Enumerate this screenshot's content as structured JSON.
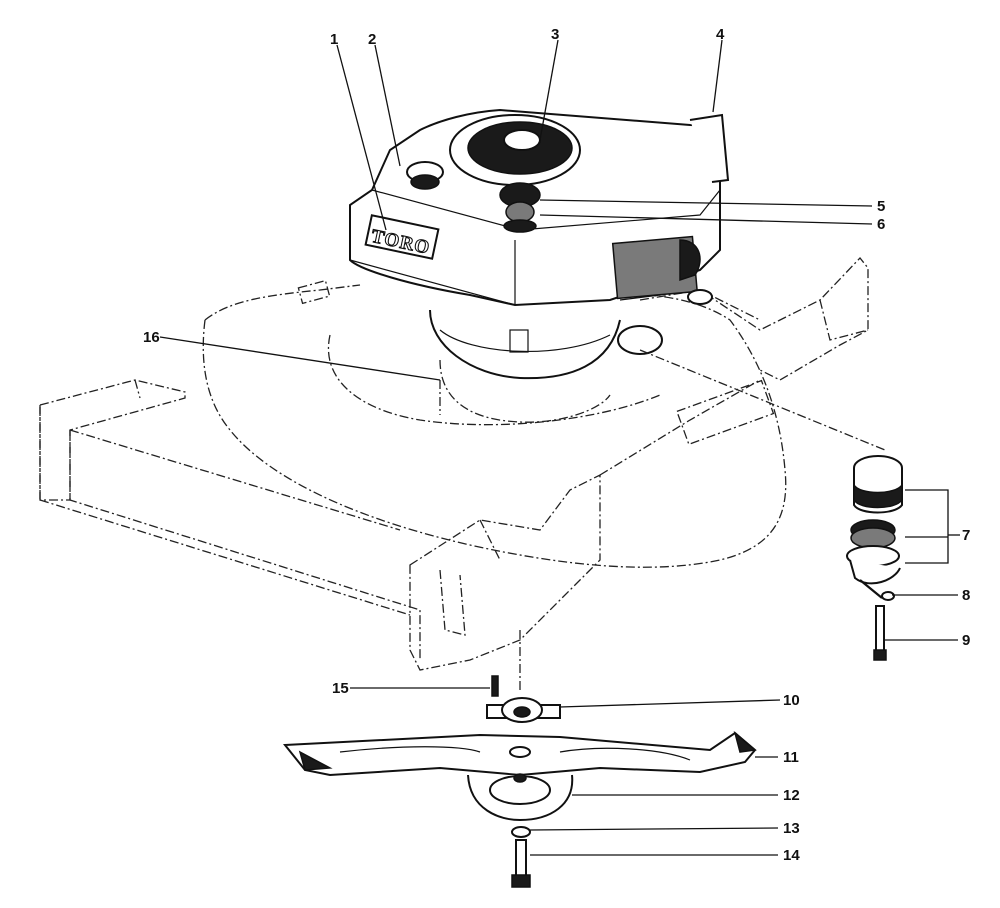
{
  "brand": {
    "logo_text": "TORO"
  },
  "callouts": [
    {
      "id": "1",
      "text": "1"
    },
    {
      "id": "2",
      "text": "2"
    },
    {
      "id": "3",
      "text": "3"
    },
    {
      "id": "4",
      "text": "4"
    },
    {
      "id": "5",
      "text": "5"
    },
    {
      "id": "6",
      "text": "6"
    },
    {
      "id": "7",
      "text": "7"
    },
    {
      "id": "8",
      "text": "8"
    },
    {
      "id": "9",
      "text": "9"
    },
    {
      "id": "10",
      "text": "10"
    },
    {
      "id": "11",
      "text": "11"
    },
    {
      "id": "12",
      "text": "12"
    },
    {
      "id": "13",
      "text": "13"
    },
    {
      "id": "14",
      "text": "14"
    },
    {
      "id": "15",
      "text": "15"
    },
    {
      "id": "16",
      "text": "16"
    }
  ]
}
